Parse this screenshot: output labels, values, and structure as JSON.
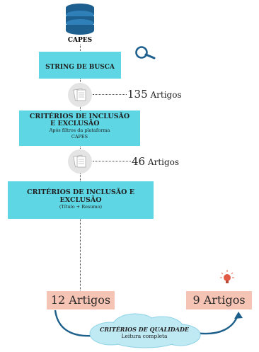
{
  "database": {
    "label": "CAPES",
    "icon": "database-icon"
  },
  "step1": {
    "title": "STRING DE BUSCA",
    "icon": "magnifier-icon"
  },
  "count1": {
    "number": "135",
    "unit": "Artigos"
  },
  "step2": {
    "title_line1": "CRITÉRIOS DE INCLUSÃO",
    "title_line2": "E EXCLUSÃO",
    "sub_line1": "Após filtros da plataforma",
    "sub_line2": "CAPES"
  },
  "count2": {
    "number": "46",
    "unit": "Artigos"
  },
  "step3": {
    "title_line1": "CRITÉRIOS DE INCLUSÃO E",
    "title_line2": "EXCLUSÃO",
    "sub": "(Título + Resumo)"
  },
  "result_left": {
    "label": "12 Artigos"
  },
  "result_right": {
    "label": "9 Artigos",
    "icon": "lightbulb-icon"
  },
  "quality": {
    "title": "CRITÉRIOS DE QUALIDADE",
    "sub": "Leitura completa"
  },
  "colors": {
    "box": "#5ed6e3",
    "salmon": "#f6c4b4",
    "cloud": "#bfe9f3",
    "accent_dark": "#1b5f8a"
  }
}
